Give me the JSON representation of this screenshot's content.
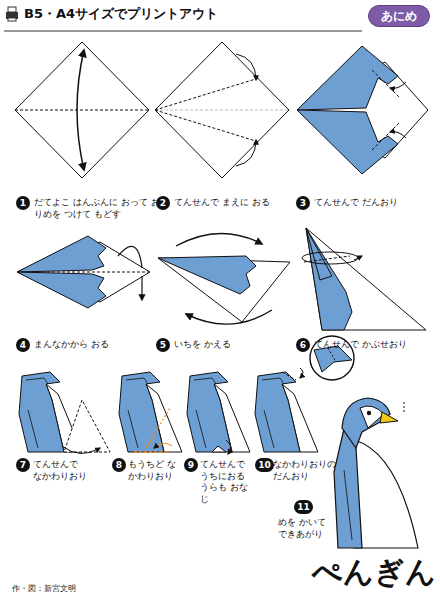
{
  "diagram": {
    "title": "ぺんぎん",
    "nodes": [
      {
        "text": [
          "あにめ"
        ]
      },
      {
        "text": [
          "1"
        ]
      },
      {
        "text": [
          "2"
        ]
      },
      {
        "text": [
          "3"
        ]
      },
      {
        "text": [
          "4"
        ]
      },
      {
        "text": [
          "5"
        ]
      },
      {
        "text": [
          "6"
        ]
      },
      {
        "text": [
          "7"
        ]
      },
      {
        "text": [
          "8"
        ]
      },
      {
        "text": [
          "9"
        ]
      },
      {
        "text": [
          "10"
        ]
      },
      {
        "text": [
          "11"
        ]
      }
    ],
    "labels": [
      "B5・A4サイズでプリントアウト",
      "だてよこ はんぶんに おって おりめを つけて もどす",
      "てんせんで まえに おる",
      "てんせんで だんおり",
      "まんなかから おる",
      "いちを かえる",
      "てんせんで かぶせおり",
      "てんせんで なかわりおり",
      "もうちど なかわりおり",
      "てんせんで うちにおる うらも おなじ",
      "なかわりおりの だんおり",
      "めを かいて できあがり",
      "作・図：新宮文明"
    ]
  }
}
